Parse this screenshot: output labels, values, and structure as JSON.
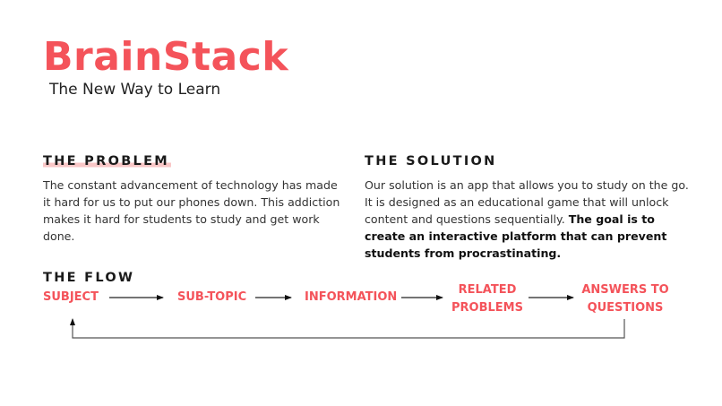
{
  "header": {
    "title": "BrainStack",
    "subtitle": "The New Way to Learn"
  },
  "problem": {
    "heading": "THE PROBLEM",
    "body": "The constant advancement of technology has made it hard for us to put our phones down. This addiction makes it hard for students to study and get work done."
  },
  "solution": {
    "heading": "THE SOLUTION",
    "body_regular": "Our solution is an app that allows you to study on the go. It is designed as an educational game that will unlock content and questions sequentially. ",
    "body_bold": "The goal is to create an interactive platform that can prevent students from procrastinating."
  },
  "flow": {
    "heading": "THE FLOW",
    "steps": [
      {
        "label": "SUBJECT"
      },
      {
        "label": "SUB-TOPIC"
      },
      {
        "label": "INFORMATION"
      },
      {
        "label": "RELATED PROBLEMS"
      },
      {
        "label": "ANSWERS TO QUESTIONS"
      }
    ],
    "loop": "from ANSWERS TO QUESTIONS back to SUBJECT"
  },
  "colors": {
    "accent": "#f4535a",
    "highlight": "#f9c7c7",
    "text": "#222222"
  }
}
